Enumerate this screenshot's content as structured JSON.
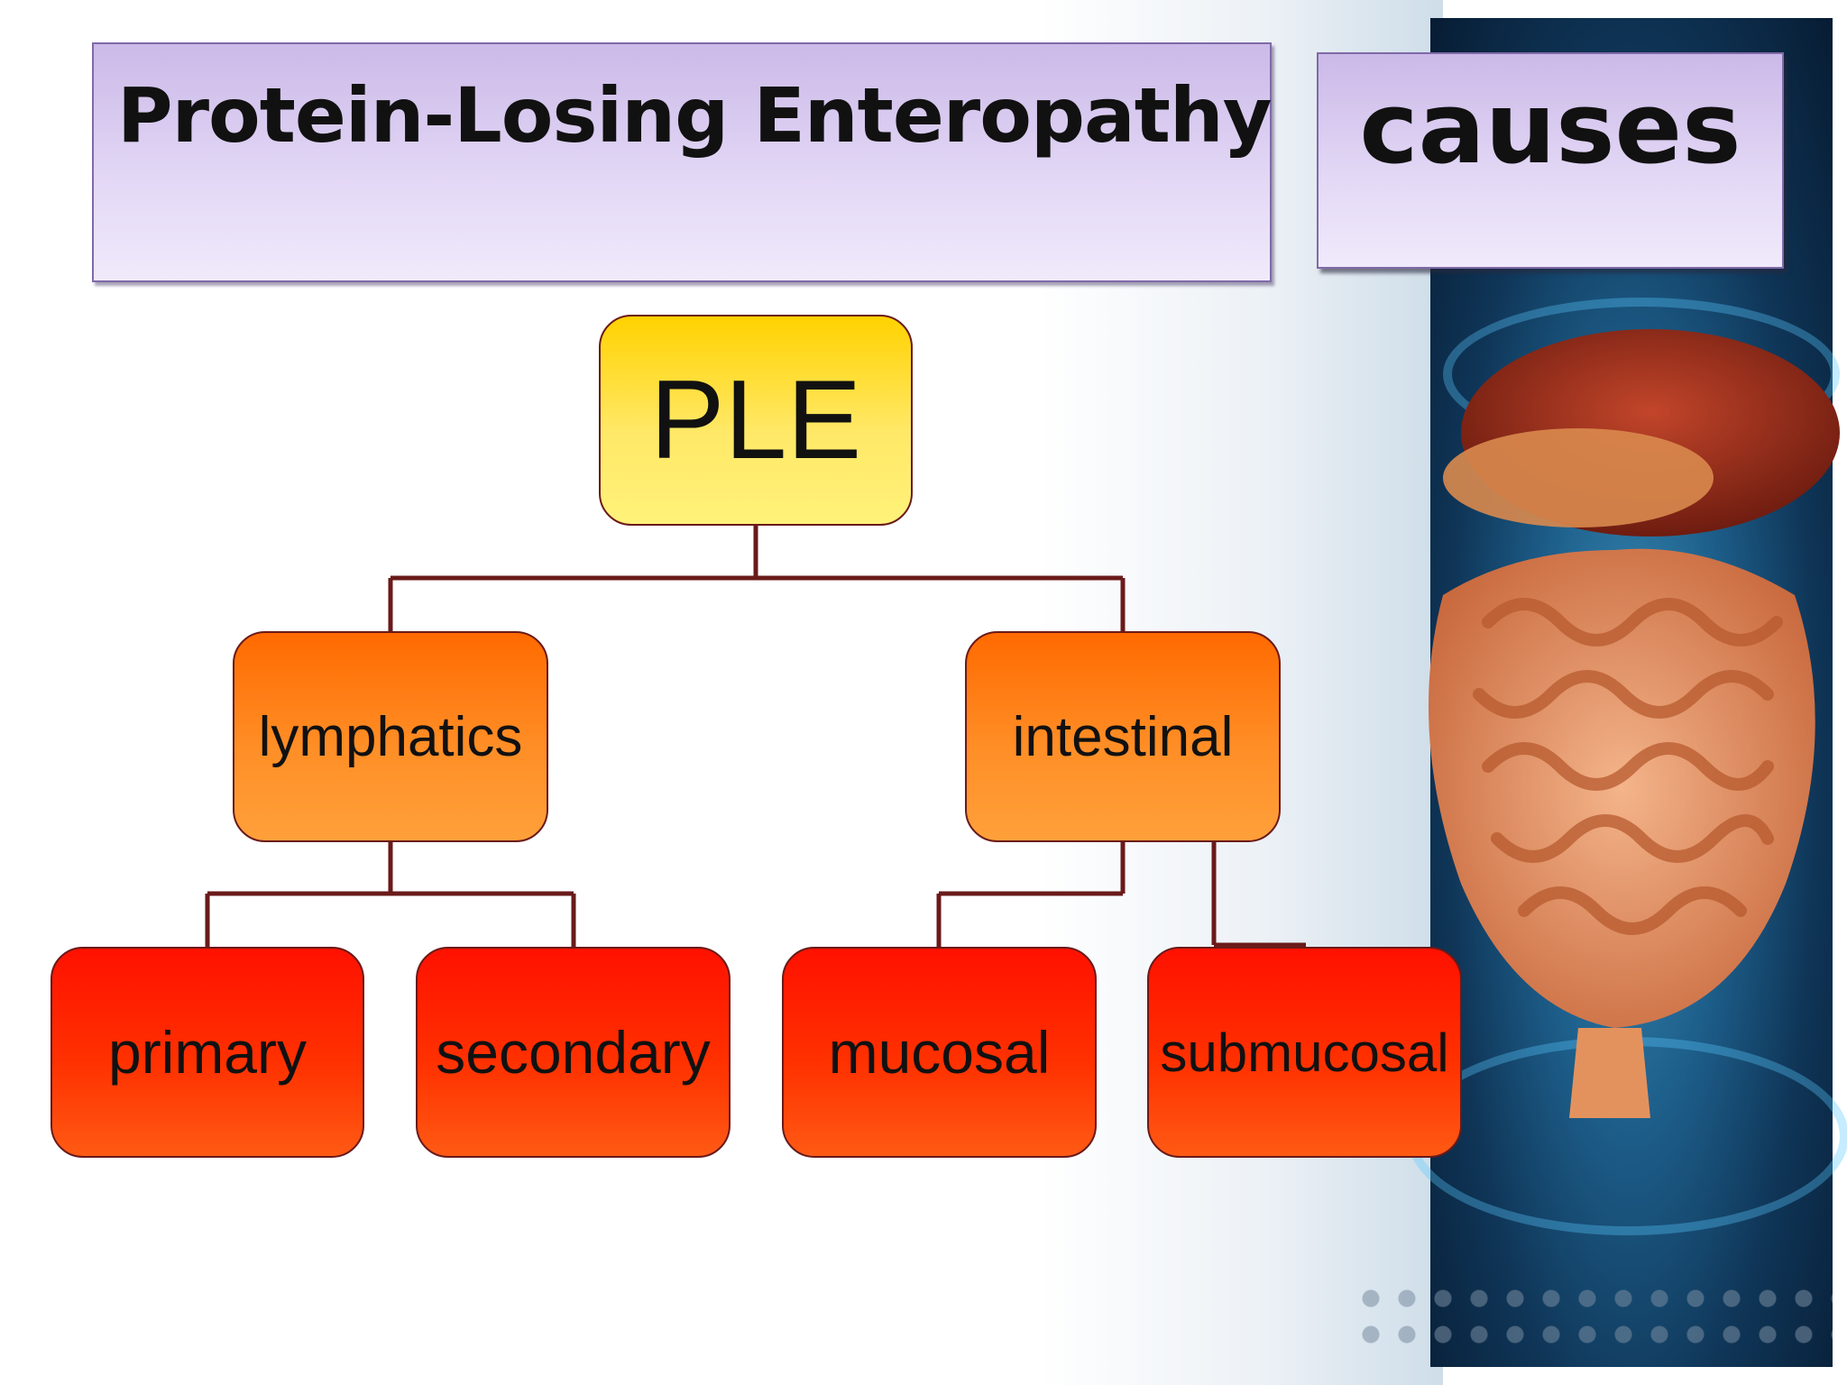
{
  "slide": {
    "title": "Protein-Losing Enteropathy",
    "subtitle": "causes"
  },
  "diagram": {
    "root": "PLE",
    "level1": [
      "lymphatics",
      "intestinal"
    ],
    "level2": [
      "primary",
      "secondary",
      "mucosal",
      "submucosal"
    ]
  },
  "colors": {
    "title_box": "#d6c8ef",
    "root_fill": "#ffe033",
    "mid_fill": "#ff8318",
    "leaf_fill": "#ff2a00",
    "connector": "#6a1a1a",
    "side_panel": "#0f3557"
  },
  "decor": {
    "illustration": "digestive-system-illustration"
  }
}
